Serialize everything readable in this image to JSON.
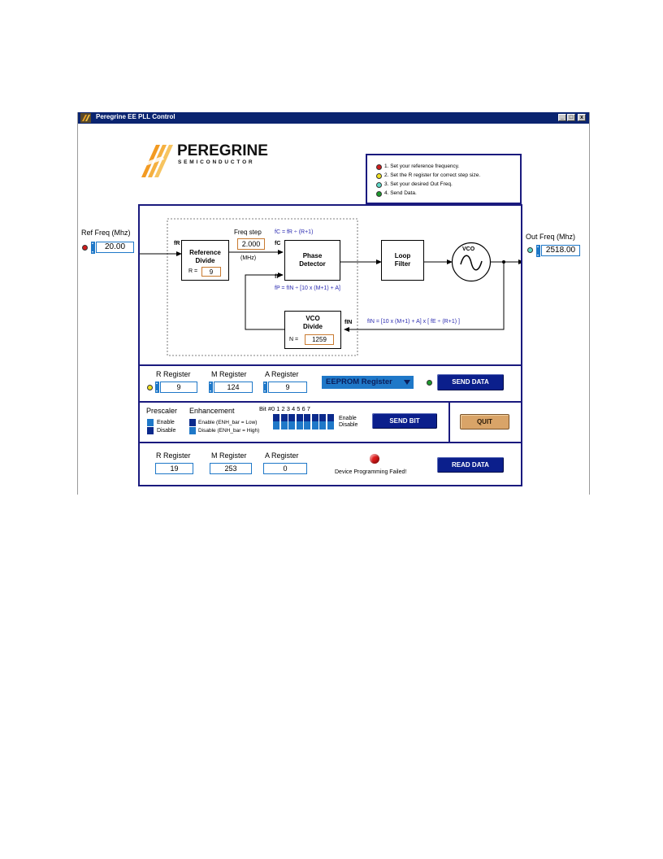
{
  "window": {
    "title": "Peregrine EE PLL Control",
    "min_label": "_",
    "max_label": "□",
    "close_label": "x"
  },
  "logo": {
    "name": "PEREGRINE",
    "sub": "SEMICONDUCTOR"
  },
  "steps": [
    {
      "text": "1. Set your reference frequency.",
      "color": "#d01c1c"
    },
    {
      "text": "2. Set the R register for correct step size.",
      "color": "#f0e020"
    },
    {
      "text": "3. Set your desired Out Freq.",
      "color": "#5ed8c8"
    },
    {
      "text": "4. Send Data.",
      "color": "#1c9a2c"
    }
  ],
  "ref_freq": {
    "label": "Ref Freq (Mhz)",
    "value": "20.00",
    "led_color": "#d01c1c"
  },
  "out_freq": {
    "label": "Out Freq (Mhz)",
    "value": "2518.00",
    "led_color": "#5ed8c8"
  },
  "diagram": {
    "freq_step_label": "Freq step",
    "freq_step_value": "2.000",
    "mhz_label": "(MHz)",
    "ref_divide": {
      "line1": "Reference",
      "line2": "Divide",
      "r_label": "R =",
      "r_value": "9"
    },
    "phase_detector": {
      "line1": "Phase",
      "line2": "Detector"
    },
    "loop_filter": {
      "line1": "Loop",
      "line2": "Filter"
    },
    "vco": {
      "label": "VCO"
    },
    "vco_divide": {
      "line1": "VCO",
      "line2": "Divide",
      "n_label": "N =",
      "n_value": "1259"
    },
    "fc_formula": "fC = fR ÷ (R+1)",
    "fp_formula": "fP = fIN ÷ [10 x (M+1) + A]",
    "fin_formula": "fIN = [10 x (M+1) + A] x  [ fE ÷ (R+1) ]",
    "fr": "fR",
    "fc": "fC",
    "fp": "fP",
    "fin": "fIN"
  },
  "write_registers": {
    "r_label": "R Register",
    "r_value": "9",
    "m_label": "M Register",
    "m_value": "124",
    "a_label": "A Register",
    "a_value": "9",
    "led_color": "#f0e020",
    "target_select": "EEPROM Register",
    "send_led_color": "#1c9a2c",
    "send_button": "SEND DATA"
  },
  "bits": {
    "prescaler_label": "Prescaler",
    "prescaler_enable": "Enable",
    "prescaler_disable": "Disable",
    "enhancement_label": "Enhancement",
    "enh_enable": "Enable  (ENH_bar = Low)",
    "enh_disable": "Disable (ENH_bar = High)",
    "bit_header": "Bit #0  1   2   3   4   5   6   7",
    "bit_enable": "Enable",
    "bit_disable": "Disable",
    "send_bit_button": "SEND BIT",
    "quit_button": "QUIT"
  },
  "read_registers": {
    "r_label": "R Register",
    "r_value": "19",
    "m_label": "M Register",
    "m_value": "253",
    "a_label": "A Register",
    "a_value": "0",
    "status_led_color": "#e01818",
    "status_text": "Device Programming Failed!",
    "read_button": "READ DATA"
  }
}
